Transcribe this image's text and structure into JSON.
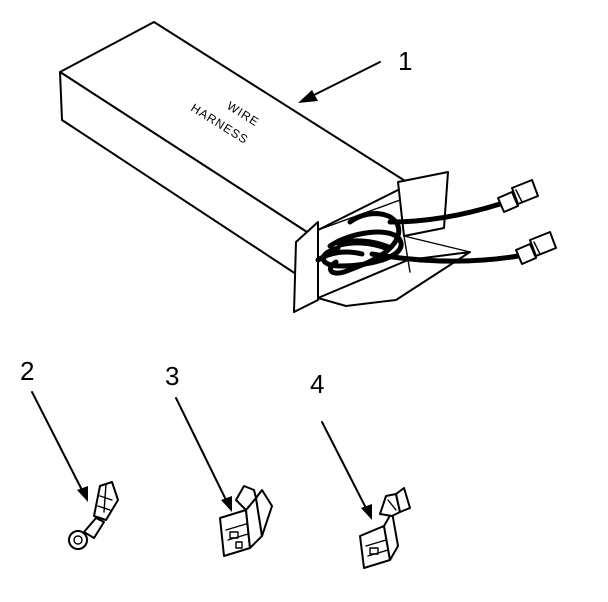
{
  "figure": {
    "box_label_line1": "WIRE",
    "box_label_line2": "HARNESS",
    "callouts": [
      "1",
      "2",
      "3",
      "4"
    ]
  }
}
